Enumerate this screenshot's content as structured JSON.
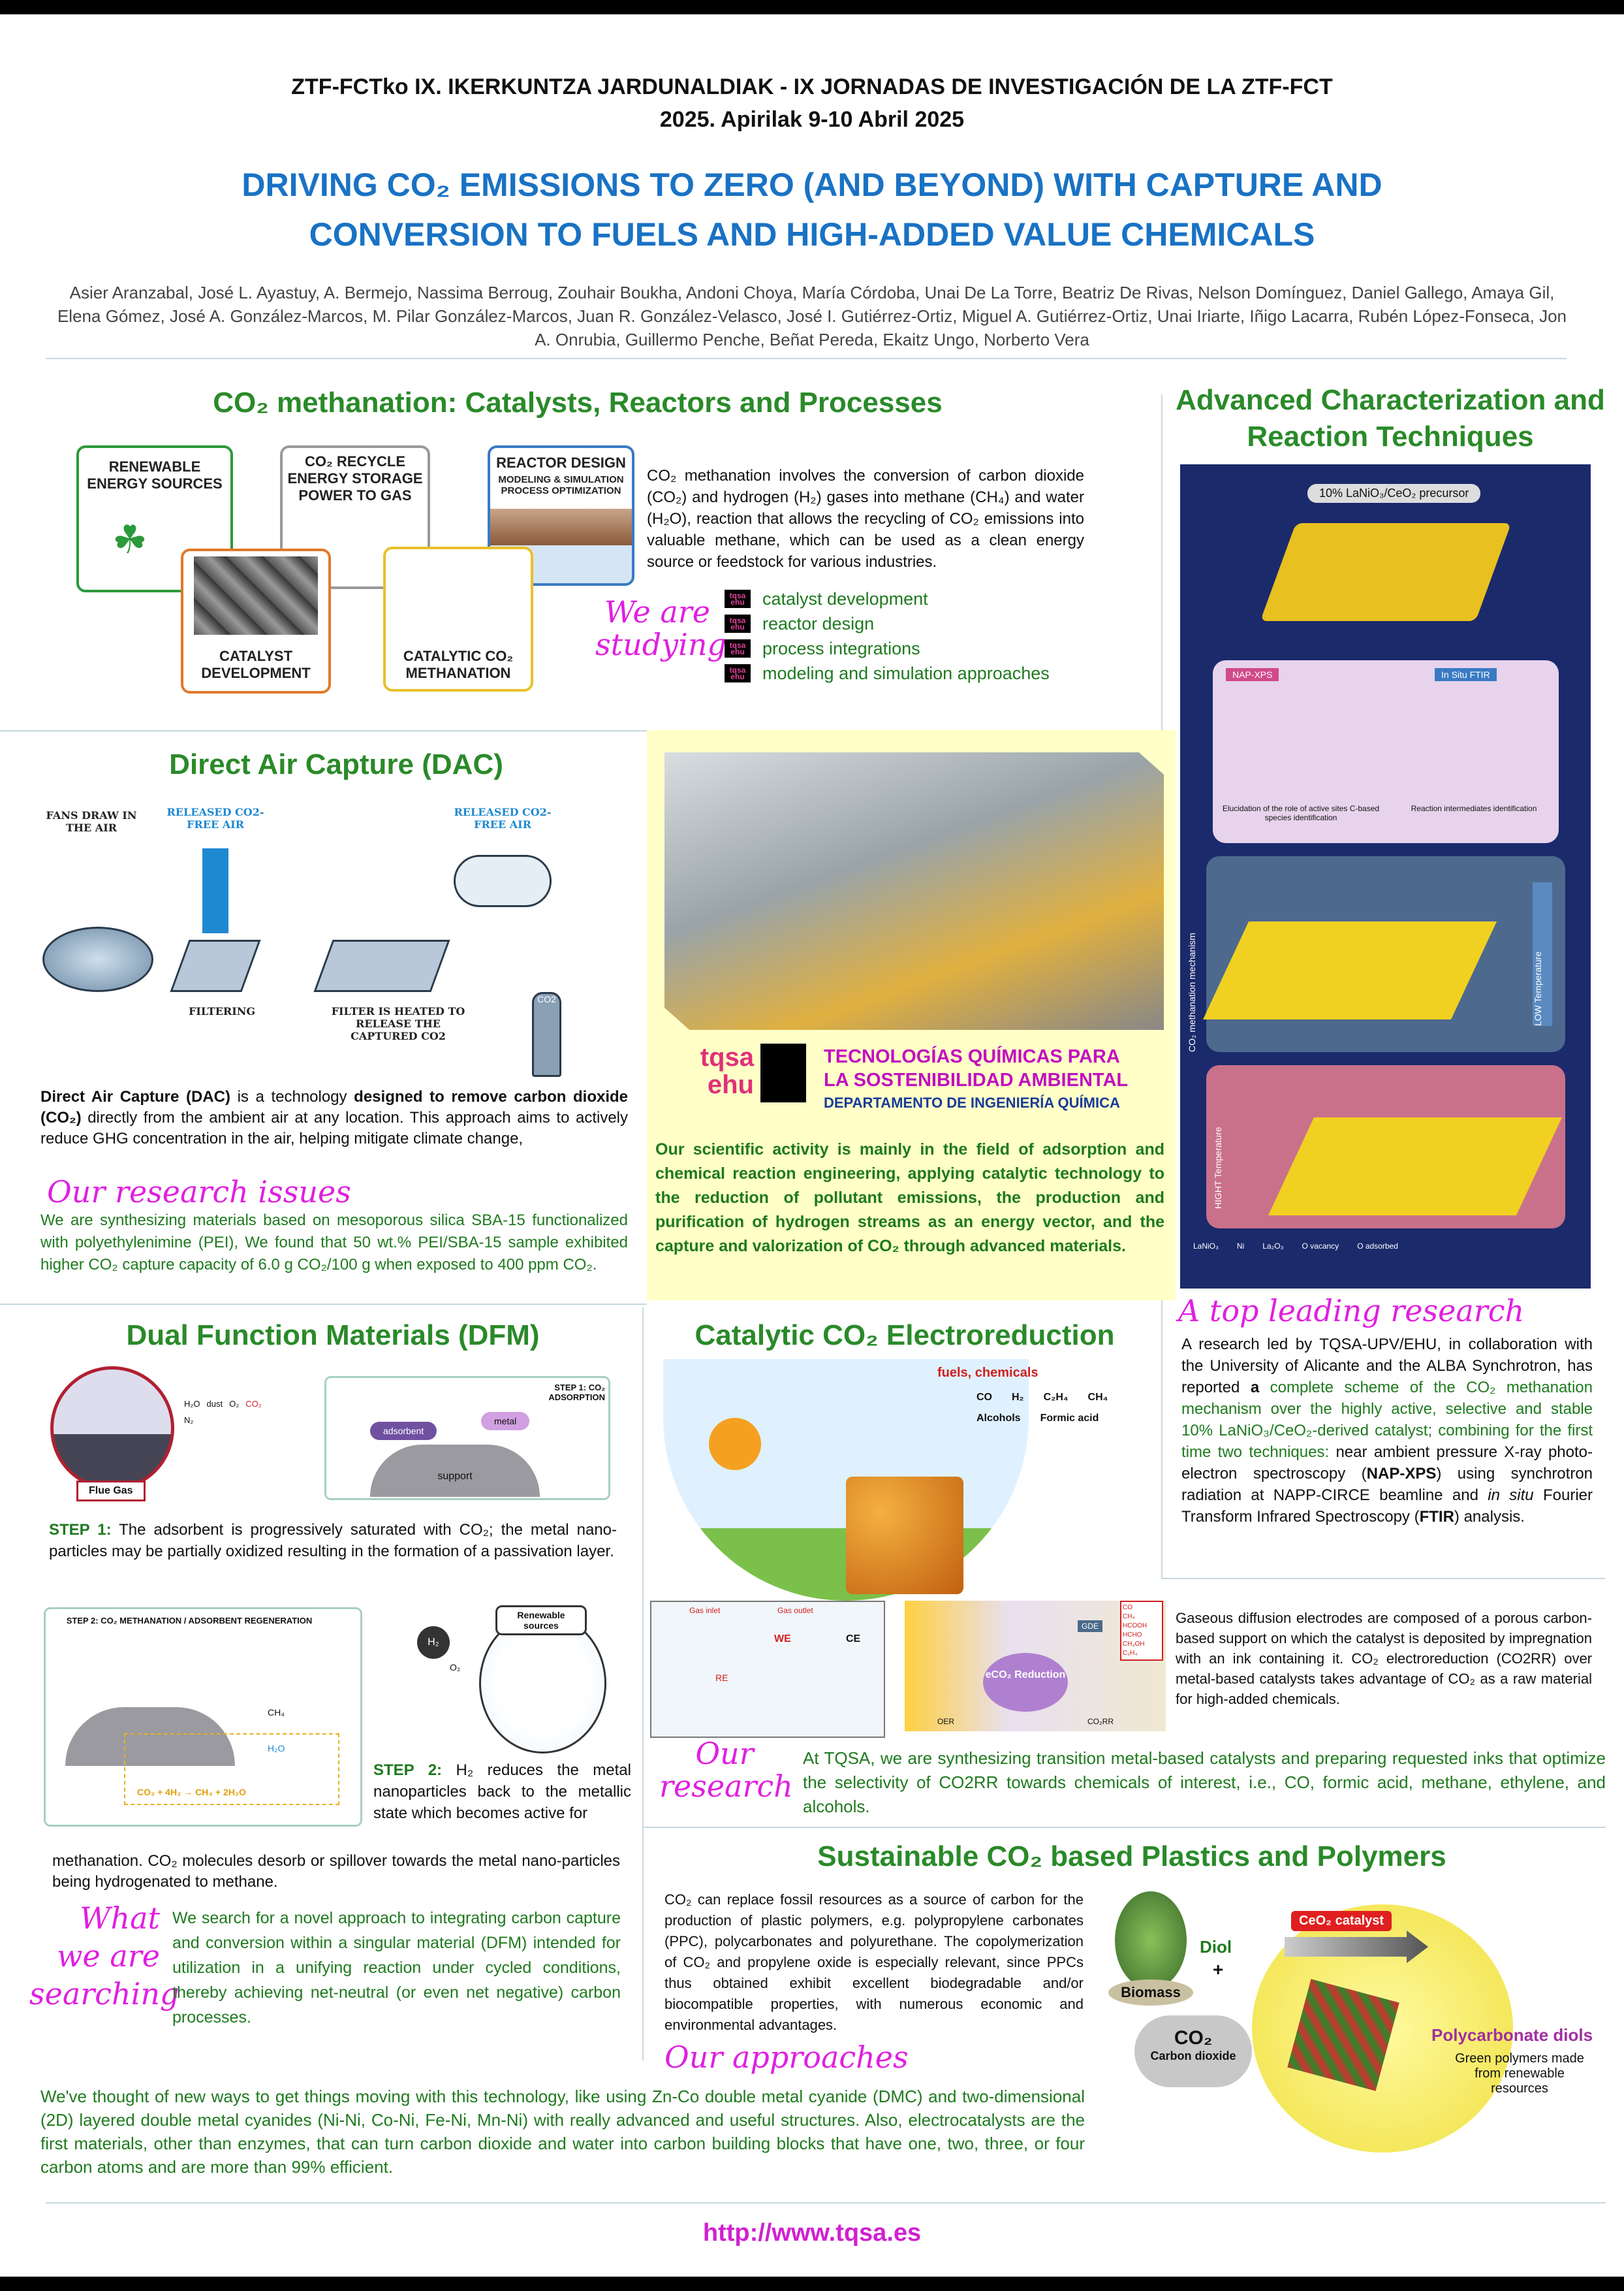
{
  "header": {
    "line1": "ZTF-FCTko IX. IKERKUNTZA JARDUNALDIAK - IX JORNADAS DE INVESTIGACIÓN DE LA ZTF-FCT",
    "line2": "2025. Apirilak 9-10 Abril 2025"
  },
  "title": {
    "line1": "DRIVING CO₂ EMISSIONS TO ZERO (AND BEYOND) WITH CAPTURE AND",
    "line2": "CONVERSION TO FUELS AND HIGH-ADDED VALUE CHEMICALS"
  },
  "authors": "Asier Aranzabal,  José L. Ayastuy, A. Bermejo, Nassima Berroug, Zouhair Boukha, Andoni Choya, María Córdoba, Unai De La Torre, Beatriz De Rivas, Nelson Domínguez, Daniel Gallego, Amaya Gil, Elena Gómez, José A. González-Marcos, M. Pilar González-Marcos, Juan R. González-Velasco, José I. Gutiérrez-Ortiz, Miguel A. Gutiérrez-Ortiz, Unai Iriarte, Iñigo Lacarra, Rubén López-Fonseca, Jon A. Onrubia, Guillermo Penche, Beñat Pereda, Ekaitz Ungo, Norberto Vera",
  "methanation": {
    "title": "CO₂ methanation: Catalysts, Reactors and Processes",
    "fig": {
      "renewable": "RENEWABLE ENERGY SOURCES",
      "recycle": "CO₂ RECYCLE ENERGY STORAGE POWER TO GAS",
      "reactor": "REACTOR DESIGN",
      "reactor_sub": "MODELING & SIMULATION PROCESS OPTIMIZATION",
      "catalyst": "CATALYST DEVELOPMENT",
      "catalytic": "CATALYTIC CO₂ METHANATION"
    },
    "text": "CO₂ methanation involves the conversion of carbon dioxide (CO₂) and hydrogen (H₂) gases into methane (CH₄) and water (H₂O), reaction that allows the recycling of CO₂ emissions into valuable methane, which can be used as a clean energy source or feedstock for various industries.",
    "script": "We are studying",
    "bullet_logo": "tqsa ehu",
    "items": [
      "catalyst development",
      "reactor design",
      "process integrations",
      "modeling and simulation approaches"
    ]
  },
  "advanced": {
    "title": "Advanced Characterization and Reaction Techniques",
    "fig": {
      "precursor": "10% LaNiO₃/CeO₂ precursor",
      "napxps": "NAP-XPS",
      "ftir": "In Situ FTIR",
      "cap1": "Elucidation of the role of active sites C-based species identification",
      "cap2": "Reaction intermediates identification",
      "low": "LOW Temperature",
      "high": "HIGHT Temperature",
      "mech": "CO₂ methanation mechanism",
      "legend": [
        "LaNiO₃",
        "Ni",
        "La₂O₃",
        "O vacancy",
        "O adsorbed"
      ]
    },
    "script": "A top leading research",
    "text_a": "A research led by TQSA-UPV/EHU, in collaboration with the University of Alicante and the ALBA Synchrotron, has reported ",
    "text_b": "a",
    "text_c": " complete scheme of the CO₂ methanation mechanism over the highly active, selective and stable 10% LaNiO₃/CeO₂-derived catalyst; combining for the first time two techniques:",
    "text_d": " near ambient pressure X-ray photo-electron spectroscopy (",
    "napxps": "NAP-XPS",
    "text_e": ") using synchrotron radiation at NAPP-CIRCE beamline and ",
    "insitu": "in situ",
    "text_f": " Fourier Transform Infrared Spectroscopy (",
    "ftir": "FTIR",
    "text_g": ") analysis."
  },
  "dac": {
    "title": "Direct Air Capture (DAC)",
    "fig": {
      "fans": "FANS DRAW IN THE AIR",
      "released1": "RELEASED CO2-FREE AIR",
      "released2": "RELEASED CO2-FREE AIR",
      "filtering": "FILTERING",
      "heated": "FILTER IS HEATED TO RELEASE THE CAPTURED CO2",
      "co2": "CO2"
    },
    "text_bold1": "Direct Air Capture (DAC)",
    "text_1": " is a technology ",
    "text_bold2": "designed to remove carbon dioxide (CO₂)",
    "text_2": " directly from the ambient air at any location. This approach aims to actively reduce GHG concentration in the air, helping mitigate climate change,",
    "script": "Our research issues",
    "research": "We are synthesizing materials based on mesoporous silica SBA-15 functionalized with polyethylenimine (PEI), We found that 50 wt.% PEI/SBA-15 sample exhibited higher CO₂ capture capacity of 6.0 g CO₂/100 g when exposed to 400 ppm CO₂."
  },
  "group": {
    "logo": "tqsa ehu",
    "name1": "TECNOLOGÍAS QUÍMICAS PARA",
    "name2": "LA SOSTENIBILIDAD AMBIENTAL",
    "dept": "DEPARTAMENTO DE INGENIERÍA QUÍMICA",
    "text": "Our scientific activity is mainly in the field of adsorption and chemical reaction engineering, applying catalytic technology to the reduction of pollutant emissions, the production and purification of hydrogen streams as an energy vector, and the capture and valorization of CO₂ through advanced materials."
  },
  "dfm": {
    "title": "Dual Function Materials (DFM)",
    "fig1": {
      "step": "STEP 1: CO₂ ADSORPTION",
      "flue": "Flue Gas",
      "adsorbent": "adsorbent",
      "metal": "metal",
      "support": "support",
      "species": [
        "H₂O",
        "dust",
        "O₂",
        "CO₂",
        "N₂"
      ]
    },
    "step1_label": "STEP 1:",
    "step1": " The adsorbent is progressively saturated with CO₂; the metal nano-particles may be partially oxidized resulting in the formation of a passivation layer.",
    "fig2": {
      "step": "STEP 2: CO₂ METHANATION / ADSORBENT REGENERATION",
      "renewable": "Renewable sources",
      "eq": "CO₂ + 4H₂ → CH₄ + 2H₂O",
      "h2": "H₂",
      "o2": "O₂",
      "ch4": "CH₄",
      "h2o": "H₂O"
    },
    "step2_label": "STEP 2:",
    "step2": " H₂ reduces the metal nanoparticles back to the metallic state which becomes active for",
    "step2_cont": "methanation. CO₂ molecules desorb or spillover towards the metal nano-particles being hydrogenated to methane.",
    "script": "What we are searching",
    "search": "We search for a novel approach to integrating carbon capture and conversion within a singular material (DFM) intended for utilization in a unifying reaction under cycled conditions, thereby achieving net-neutral (or even net negative) carbon processes."
  },
  "electro": {
    "title": "Catalytic CO₂ Electroreduction",
    "fig": {
      "fuels": "fuels, chemicals",
      "products": [
        "CO",
        "H₂",
        "C₂H₄",
        "CH₄",
        "Alcohols",
        "Formic acid"
      ],
      "cell": [
        "WE",
        "CE",
        "RE",
        "Gas inlet",
        "Gas outlet"
      ],
      "reduction": "eCO₂ Reduction",
      "oer": "OER",
      "co2rr": "CO₂RR",
      "gde": "GDE",
      "out": [
        "CO",
        "CH₄",
        "HCOOH",
        "HCHO",
        "CH₃OH",
        "C₂H₄"
      ]
    },
    "text": "Gaseous diffusion electrodes are composed of a porous carbon-based support on which the catalyst is deposited by impregnation with an ink containing it. CO₂ electroreduction (CO2RR) over metal-based catalysts takes advantage of CO₂ as a raw material for high-added chemicals.",
    "script": "Our research",
    "research": "At TQSA, we are synthesizing transition metal-based catalysts and preparing requested inks that optimize the selectivity of CO2RR towards chemicals of interest, i.e., CO, formic acid, methane, ethylene, and alcohols."
  },
  "plastics": {
    "title": "Sustainable CO₂ based Plastics and Polymers",
    "text": "CO₂ can replace fossil resources as a source of carbon for the production of plastic polymers, e.g. polypropylene carbonates (PPC), polycarbonates and polyurethane. The copolymerization of CO₂ and propylene oxide is especially relevant, since PPCs thus obtained exhibit excellent biodegradable and/or biocompatible properties, with numerous economic and environmental advantages.",
    "fig": {
      "biomass": "Biomass",
      "diol": "Diol",
      "plus": "+",
      "co2": "CO₂",
      "co2_label": "Carbon dioxide",
      "catalyst": "CeO₂ catalyst",
      "product": "Polycarbonate diols",
      "green": "Green polymers made from renewable resources"
    },
    "script": "Our approaches",
    "approaches": "We've thought of new ways to get things moving with this technology, like using Zn-Co double metal cyanide (DMC) and two-dimensional (2D) layered double metal cyanides (Ni-Ni, Co-Ni, Fe-Ni, Mn-Ni) with really advanced and useful structures. Also, electrocatalysts are the first materials, other than enzymes, that can turn carbon dioxide and water into carbon building blocks that have one, two, three, or four carbon atoms and are more than 99% efficient."
  },
  "footer": {
    "url": "http://www.tqsa.es"
  },
  "colors": {
    "title_blue": "#1a72c4",
    "section_green": "#2a8a2a",
    "script_magenta": "#e020e0",
    "highlight_yellow": "#ffffc8",
    "navy": "#1b2a6b"
  }
}
